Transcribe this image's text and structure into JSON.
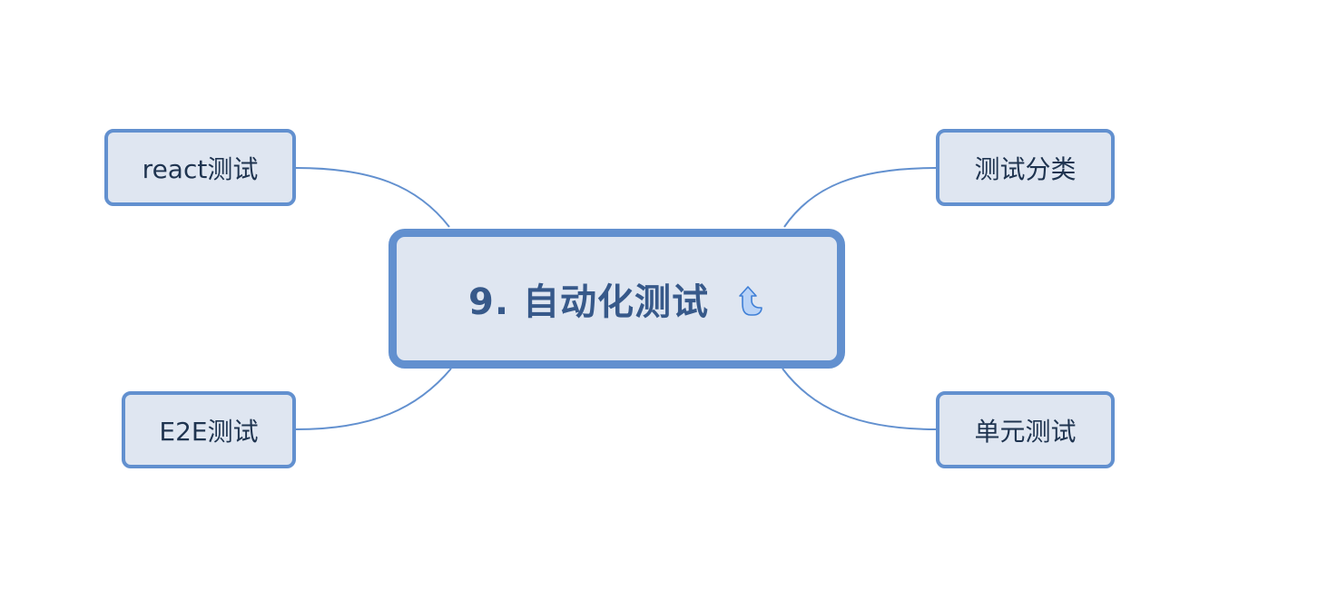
{
  "central": {
    "title": "9. 自动化测试",
    "icon": "refresh-arrow-icon"
  },
  "branches": {
    "react": "react测试",
    "e2e": "E2E测试",
    "category": "测试分类",
    "unit": "单元测试"
  },
  "colors": {
    "node_fill": "#dfe6f1",
    "node_border": "#6290cf",
    "connector": "#6290cf",
    "central_text": "#37598a",
    "branch_text": "#1f3450"
  }
}
